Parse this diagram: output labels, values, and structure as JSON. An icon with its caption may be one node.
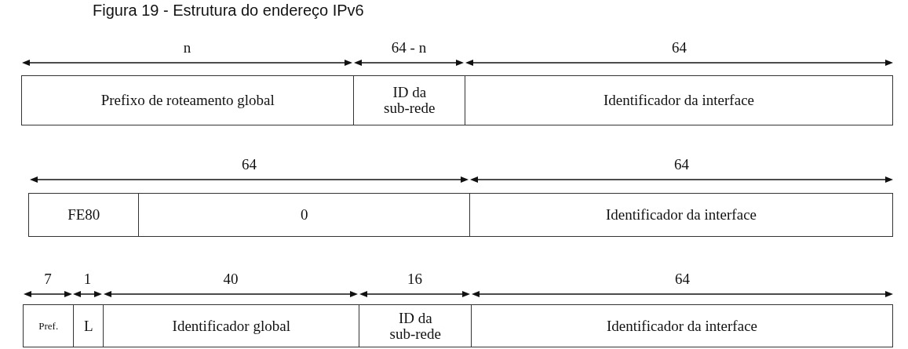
{
  "diagram": {
    "title": "Figura 19 - Estrutura do endereço IPv6",
    "nodes": [
      {
        "text": [
          "Prefixo de roteamento global"
        ]
      },
      {
        "text": [
          "ID da sub-rede"
        ]
      },
      {
        "text": [
          "Identificador da interface"
        ]
      },
      {
        "text": [
          "FE80"
        ]
      },
      {
        "text": [
          "0"
        ]
      },
      {
        "text": [
          "Identificador da interface"
        ]
      },
      {
        "text": [
          "Pref."
        ]
      },
      {
        "text": [
          "L"
        ]
      },
      {
        "text": [
          "Identificador global"
        ]
      },
      {
        "text": [
          "ID da sub-rede"
        ]
      },
      {
        "text": [
          "Identificador da interface"
        ]
      }
    ],
    "edges": [],
    "labels": [
      "n",
      "64 - n",
      "64",
      "64",
      "64",
      "7",
      "1",
      "40",
      "16",
      "64"
    ]
  }
}
